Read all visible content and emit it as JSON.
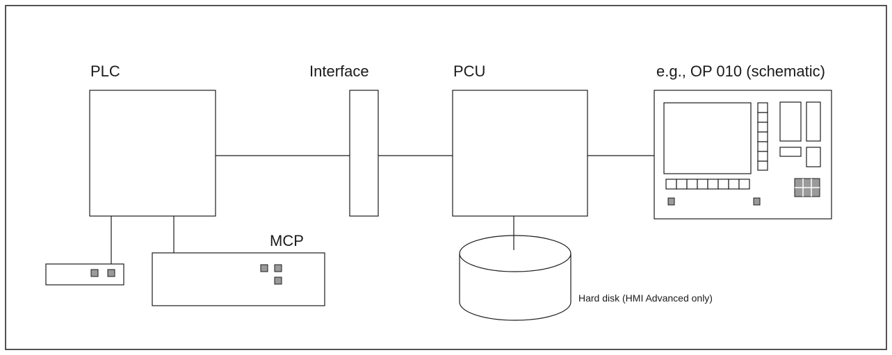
{
  "labels": {
    "plc": "PLC",
    "interface": "Interface",
    "pcu": "PCU",
    "op": "e.g., OP 010 (schematic)",
    "mcp": "MCP",
    "hard_disk": "Hard disk (HMI Advanced only)"
  },
  "colors": {
    "line": "#1a1a1a",
    "button_fill": "#9a9a9a",
    "background": "#ffffff"
  }
}
